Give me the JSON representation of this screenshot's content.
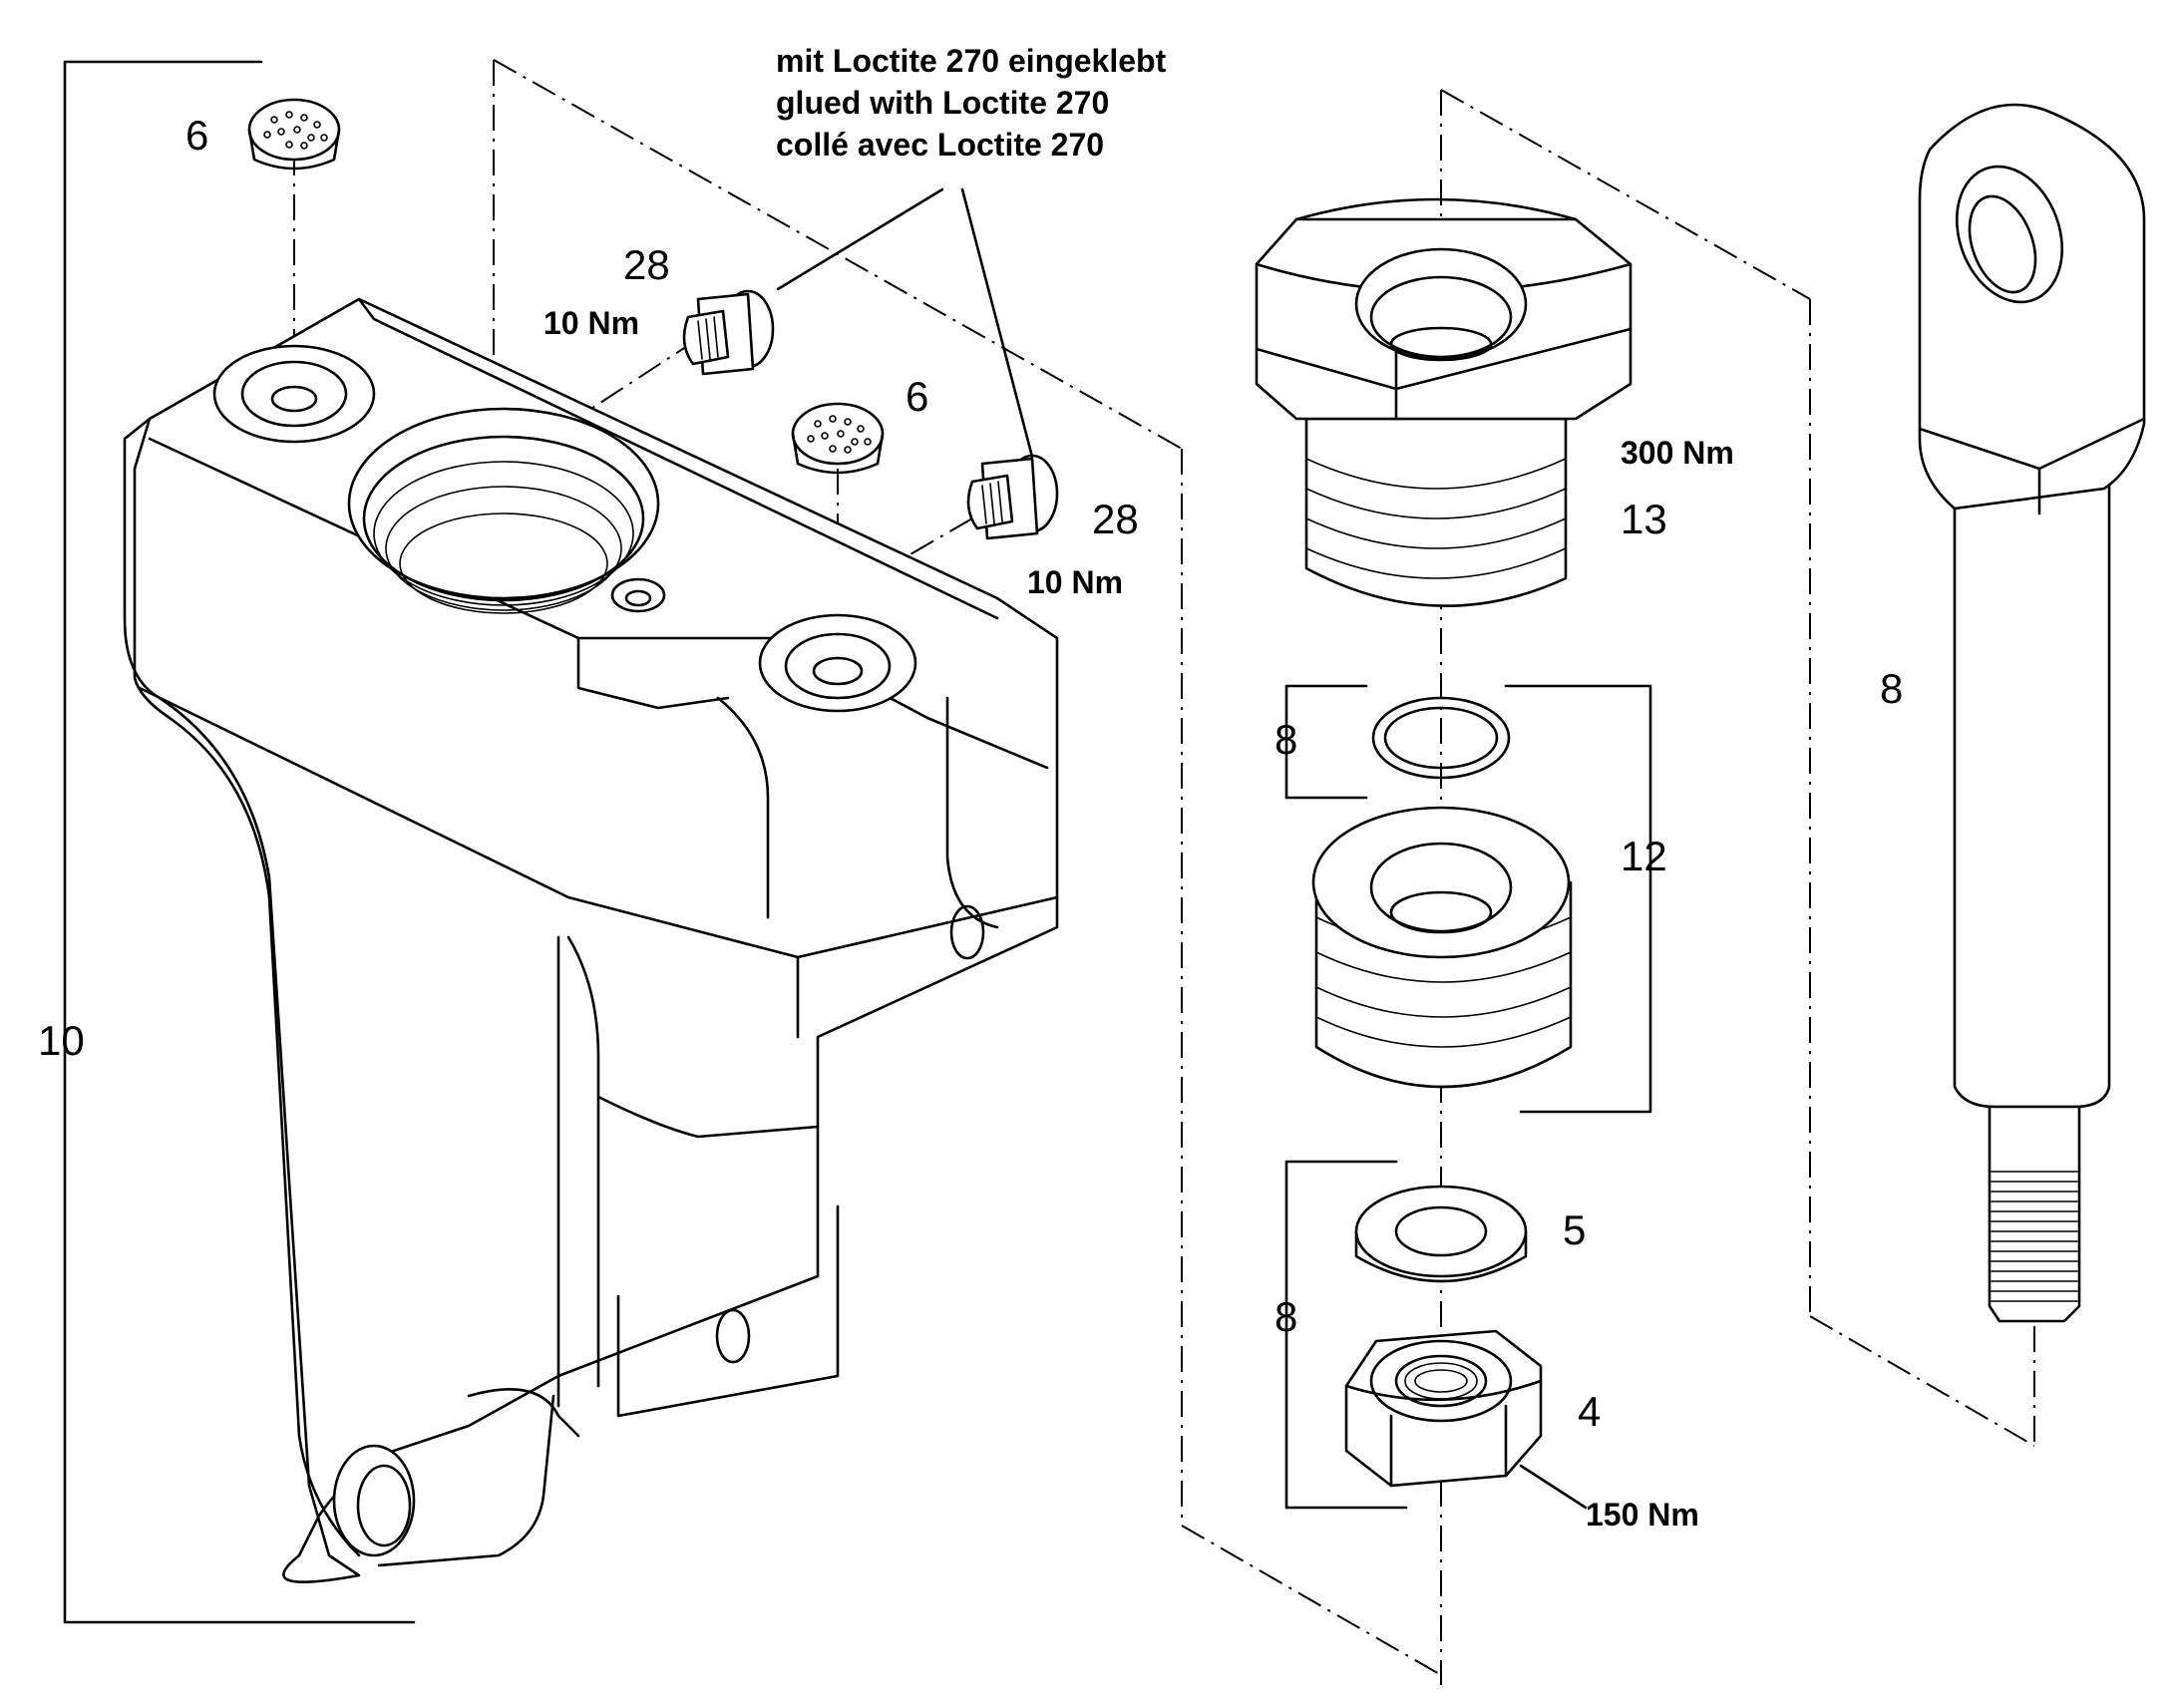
{
  "note": {
    "lines": [
      "mit Loctite 270 eingeklebt",
      "glued with Loctite 270",
      "collé avec Loctite 270"
    ]
  },
  "parts": [
    {
      "id": "bracket",
      "label": "10"
    },
    {
      "id": "filter-cap-top",
      "label": "6"
    },
    {
      "id": "filter-cap-center",
      "label": "6"
    },
    {
      "id": "plug-upper",
      "label": "28",
      "torque": "10 Nm"
    },
    {
      "id": "plug-lower",
      "label": "28",
      "torque": "10 Nm"
    },
    {
      "id": "bushing-nut",
      "label": "13",
      "torque": "300 Nm"
    },
    {
      "id": "o-ring",
      "label": "8"
    },
    {
      "id": "seal-kit",
      "label": "12"
    },
    {
      "id": "washer",
      "label": "5"
    },
    {
      "id": "hex-nut",
      "label": "4",
      "torque": "150 Nm"
    },
    {
      "id": "washer-nut-set",
      "label": "8"
    },
    {
      "id": "eye-bolt",
      "label": "8"
    }
  ]
}
